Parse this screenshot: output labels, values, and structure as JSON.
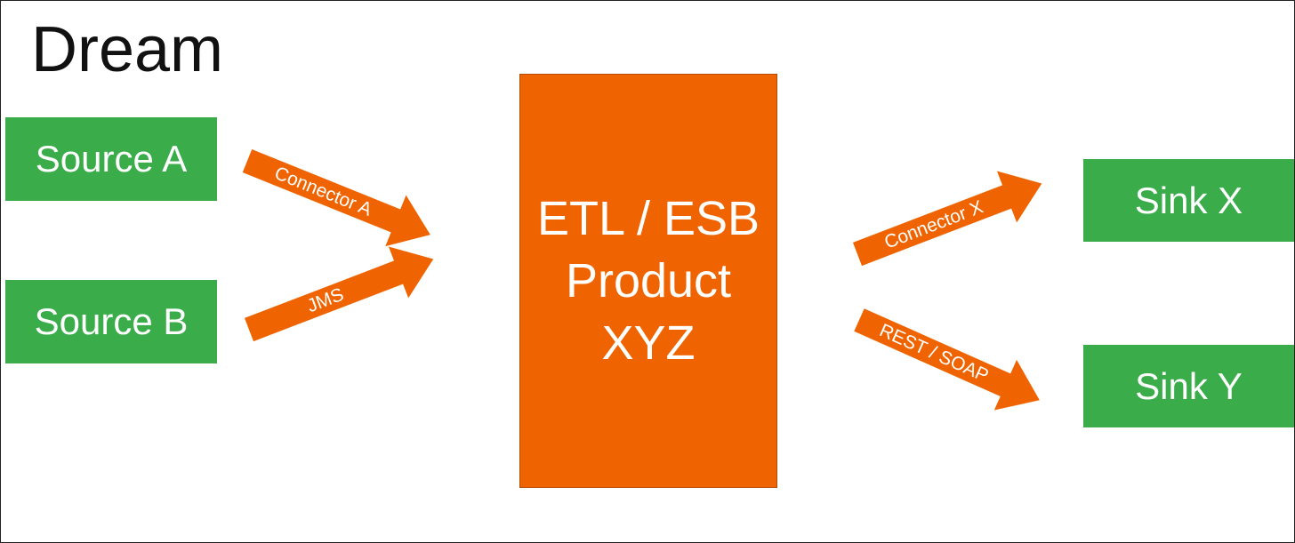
{
  "title": "Dream",
  "sources": [
    {
      "label": "Source A"
    },
    {
      "label": "Source B"
    }
  ],
  "center": {
    "lines": [
      "ETL / ESB",
      "Product",
      "XYZ"
    ]
  },
  "sinks": [
    {
      "label": "Sink X"
    },
    {
      "label": "Sink Y"
    }
  ],
  "connectors": [
    {
      "label": "Connector A"
    },
    {
      "label": "JMS"
    },
    {
      "label": "Connector X"
    },
    {
      "label": "REST / SOAP"
    }
  ],
  "colors": {
    "green": "#3aad4a",
    "orange": "#ef6400"
  }
}
